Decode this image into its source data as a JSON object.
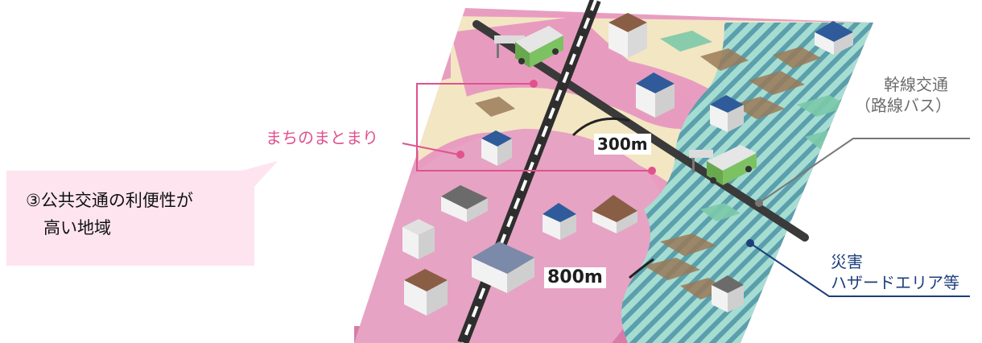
{
  "callout": {
    "line1": "③公共交通の利便性が",
    "line2": "高い地域"
  },
  "labels": {
    "town_cluster": "まちのまとまり",
    "trunk_transit_line1": "幹線交通",
    "trunk_transit_line2": "（路線バス）",
    "hazard_line1": "災害",
    "hazard_line2": "ハザードエリア等"
  },
  "distances": {
    "radius_short": "300m",
    "radius_long": "800m"
  },
  "colors": {
    "town_pink": "#e8a0c1",
    "town_pink_dark": "#e07fae",
    "sand": "#f3e6c3",
    "hazard_teal": "#8fd4c6",
    "hazard_stripe": "#5a9aa8",
    "road": "#3a3a3a",
    "label_pink": "#e0528e",
    "hazard_navy": "#1d3f7a"
  }
}
